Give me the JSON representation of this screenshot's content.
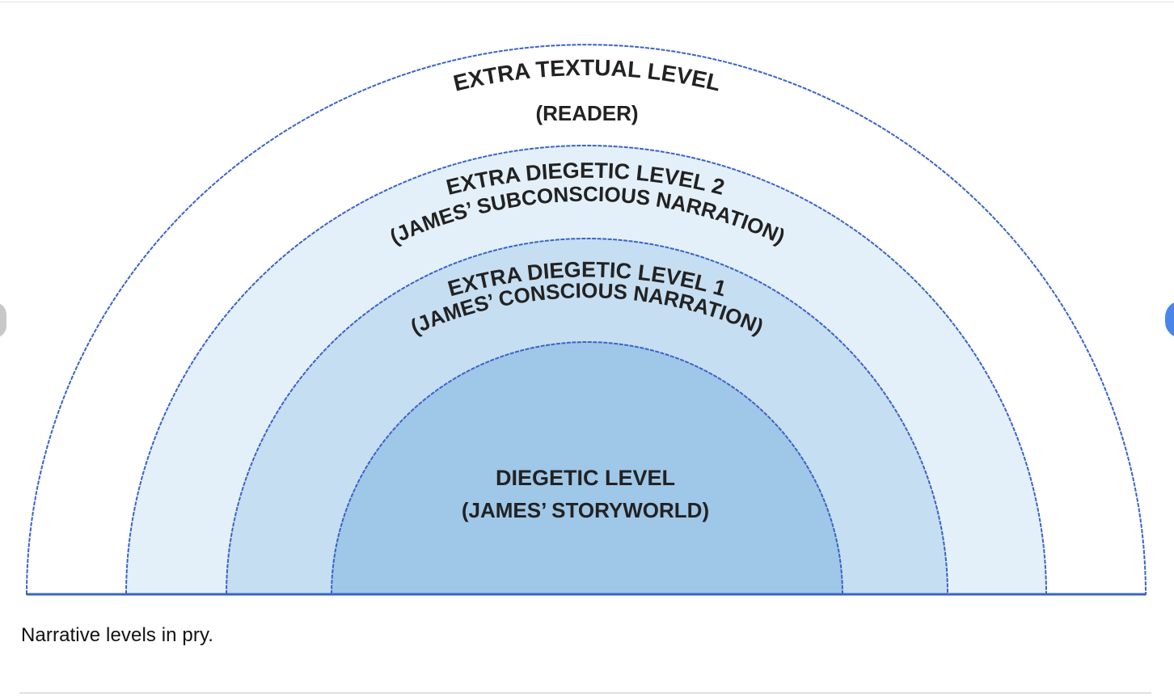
{
  "diagram": {
    "levels": [
      {
        "line1": "EXTRA TEXTUAL LEVEL",
        "line2": "(READER)",
        "fill": "#ffffff"
      },
      {
        "line1": "EXTRA DIEGETIC LEVEL 2",
        "line2": "(JAMES’ SUBCONSCIOUS NARRATION)",
        "fill": "#e4f0f9"
      },
      {
        "line1": "EXTRA DIEGETIC LEVEL 1",
        "line2": "(JAMES’ CONSCIOUS NARRATION)",
        "fill": "#c6def1"
      },
      {
        "line1": "DIEGETIC LEVEL",
        "line2": "(JAMES’ STORYWORLD)",
        "fill": "#9fc7e8"
      }
    ],
    "stroke_color": "#3a64c8"
  },
  "caption": "Narrative levels in pry.",
  "nav": {
    "prev_icon": "chevron-left-icon",
    "next_icon": "chevron-right-icon",
    "next_color": "#4a86e8"
  }
}
